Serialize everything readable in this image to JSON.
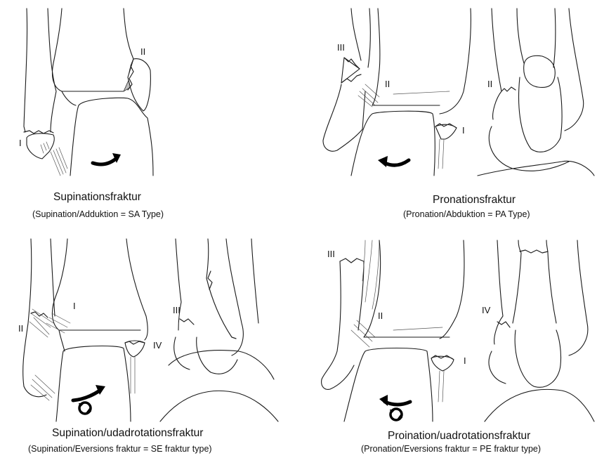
{
  "panels": {
    "top_left": {
      "title": "Supinationsfraktur",
      "subtitle": "(Supination/Adduktion = SA Type)",
      "labels": [
        "I",
        "II"
      ]
    },
    "top_right": {
      "title": "Pronationsfraktur",
      "subtitle": "(Pronation/Abduktion = PA Type)",
      "labels": [
        "III",
        "II",
        "I",
        "II"
      ]
    },
    "bottom_left": {
      "title": "Supination/udadrotationsfraktur",
      "subtitle": "(Supination/Eversions fraktur = SE fraktur type)",
      "labels": [
        "II",
        "I",
        "IV",
        "III"
      ]
    },
    "bottom_right": {
      "title": "Proination/uadrotationsfraktur",
      "subtitle": "(Pronation/Eversions fraktur = PE fraktur type)",
      "labels": [
        "III",
        "II",
        "I",
        "IV"
      ]
    }
  },
  "icons": [
    "rotation-arrow-icon",
    "circular-rotation-icon"
  ]
}
